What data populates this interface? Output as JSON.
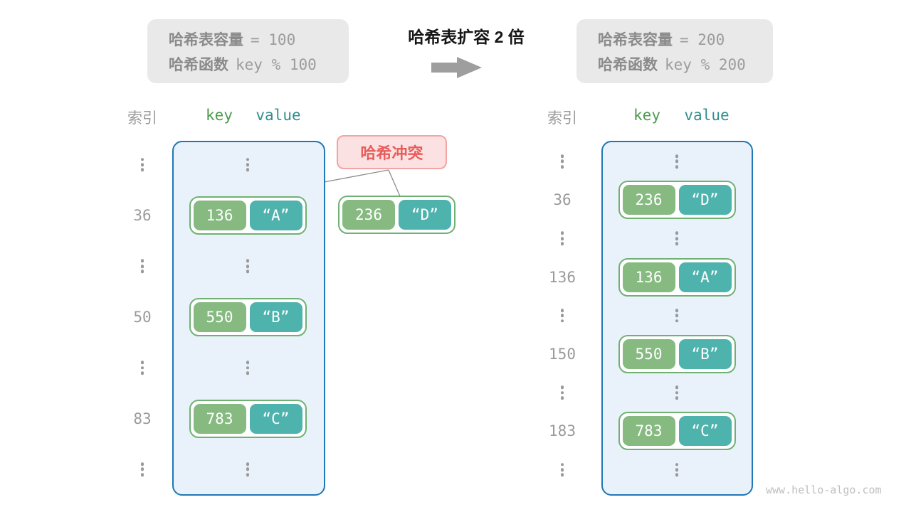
{
  "info_left": {
    "capacity_label": "哈希表容量",
    "capacity_value": "= 100",
    "hash_label": "哈希函数",
    "hash_value": "key % 100"
  },
  "info_right": {
    "capacity_label": "哈希表容量",
    "capacity_value": "= 200",
    "hash_label": "哈希函数",
    "hash_value": "key % 200"
  },
  "expand": {
    "title": "哈希表扩容 2 倍"
  },
  "tables": {
    "left": {
      "index_header": "索引",
      "key_header": "key",
      "value_header": "value",
      "rows": [
        {
          "type": "dots"
        },
        {
          "type": "pair",
          "index": "36",
          "key": "136",
          "value": "“A”"
        },
        {
          "type": "dots"
        },
        {
          "type": "pair",
          "index": "50",
          "key": "550",
          "value": "“B”"
        },
        {
          "type": "dots"
        },
        {
          "type": "pair",
          "index": "83",
          "key": "783",
          "value": "“C”"
        },
        {
          "type": "dots"
        }
      ]
    },
    "right": {
      "index_header": "索引",
      "key_header": "key",
      "value_header": "value",
      "rows": [
        {
          "type": "dots"
        },
        {
          "type": "pair",
          "index": "36",
          "key": "236",
          "value": "“D”"
        },
        {
          "type": "dots"
        },
        {
          "type": "pair",
          "index": "136",
          "key": "136",
          "value": "“A”"
        },
        {
          "type": "dots"
        },
        {
          "type": "pair",
          "index": "150",
          "key": "550",
          "value": "“B”"
        },
        {
          "type": "dots"
        },
        {
          "type": "pair",
          "index": "183",
          "key": "783",
          "value": "“C”"
        },
        {
          "type": "dots"
        }
      ]
    }
  },
  "collision": {
    "label": "哈希冲突",
    "key": "236",
    "value": "“D”"
  },
  "watermark": "www.hello-algo.com",
  "colors": {
    "container_border": "#1f77b4",
    "container_bg": "#e9f2fa",
    "key_box": "#86ba81",
    "value_box": "#4eb2ad",
    "pair_border": "#70b173",
    "collision_text": "#e85c5c",
    "collision_bg": "#fbe1e1"
  }
}
